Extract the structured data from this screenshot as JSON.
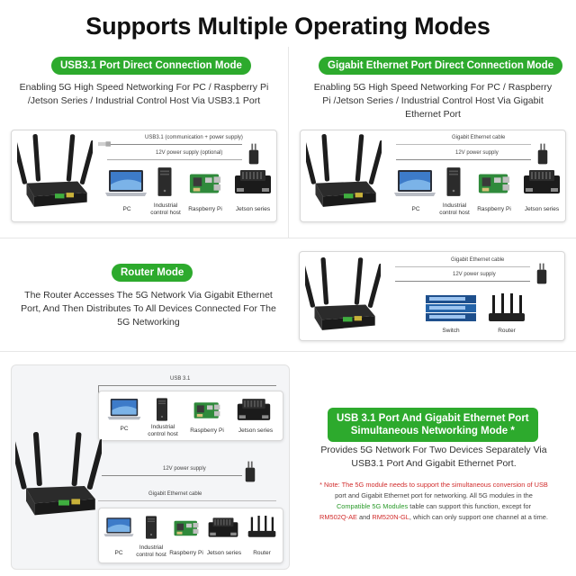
{
  "title": "Supports Multiple Operating Modes",
  "usb_mode": {
    "badge": "USB3.1 Port Direct Connection Mode",
    "desc_l1": "Enabling 5G High Speed Networking For PC / Raspberry Pi",
    "desc_l2": "/Jetson Series / Industrial Control Host Via USB3.1 Port",
    "cable1": "USB3.1 (communication + power supply)",
    "cable2": "12V power supply (optional)",
    "devices": [
      "PC",
      "Industrial control host",
      "Raspberry Pi",
      "Jetson series"
    ]
  },
  "eth_mode": {
    "badge": "Gigabit Ethernet Port Direct Connection Mode",
    "desc_l1": "Enabling 5G High Speed Networking For PC / Raspberry",
    "desc_l2": "Pi /Jetson Series / Industrial Control Host Via Gigabit",
    "desc_l3": "Ethernet Port",
    "cable1": "Gigabit Ethernet cable",
    "cable2": "12V power supply",
    "devices": [
      "PC",
      "Industrial control host",
      "Raspberry Pi",
      "Jetson series"
    ]
  },
  "router_mode": {
    "badge": "Router Mode",
    "desc_l1": "The Router Accesses The 5G Network Via Gigabit Ethernet",
    "desc_l2": "Port, And Then Distributes To All Devices Connected For The",
    "desc_l3": "5G Networking",
    "cable1": "Gigabit Ethernet cable",
    "cable2": "12V power supply",
    "devices": [
      "Switch",
      "Router"
    ]
  },
  "simul_mode": {
    "badge_l1": "USB 3.1 Port And Gigabit Ethernet Port",
    "badge_l2": "Simultaneous Networking Mode *",
    "desc_l1": "Provides 5G Network For Two Devices Separately Via",
    "desc_l2": "USB3.1 Port And Gigabit Ethernet Port.",
    "cable_usb": "USB 3.1",
    "cable_power": "12V power supply",
    "cable_eth": "Gigabit Ethernet cable",
    "devices_top": [
      "PC",
      "Industrial control host",
      "Raspberry Pi",
      "Jetson series"
    ],
    "devices_bottom": [
      "PC",
      "Industrial control host",
      "Raspberry Pi",
      "Jetson series",
      "Router"
    ],
    "note_p1": "* Note: The 5G module needs to support the simultaneous conversion of USB",
    "note_p2": "port and Gigabit Ethernet port for networking. All 5G modules in the",
    "note_p3a": "Compatible 5G Modules",
    "note_p3b": " table can support this function, except for",
    "note_p4a": "RM502Q-AE",
    "note_p4b": " and ",
    "note_p4c": "RM520N-GL",
    "note_p4d": ", which can only support one channel at a time."
  },
  "colors": {
    "accent_green": "#2daa2d",
    "note_red": "#d12c2c"
  }
}
